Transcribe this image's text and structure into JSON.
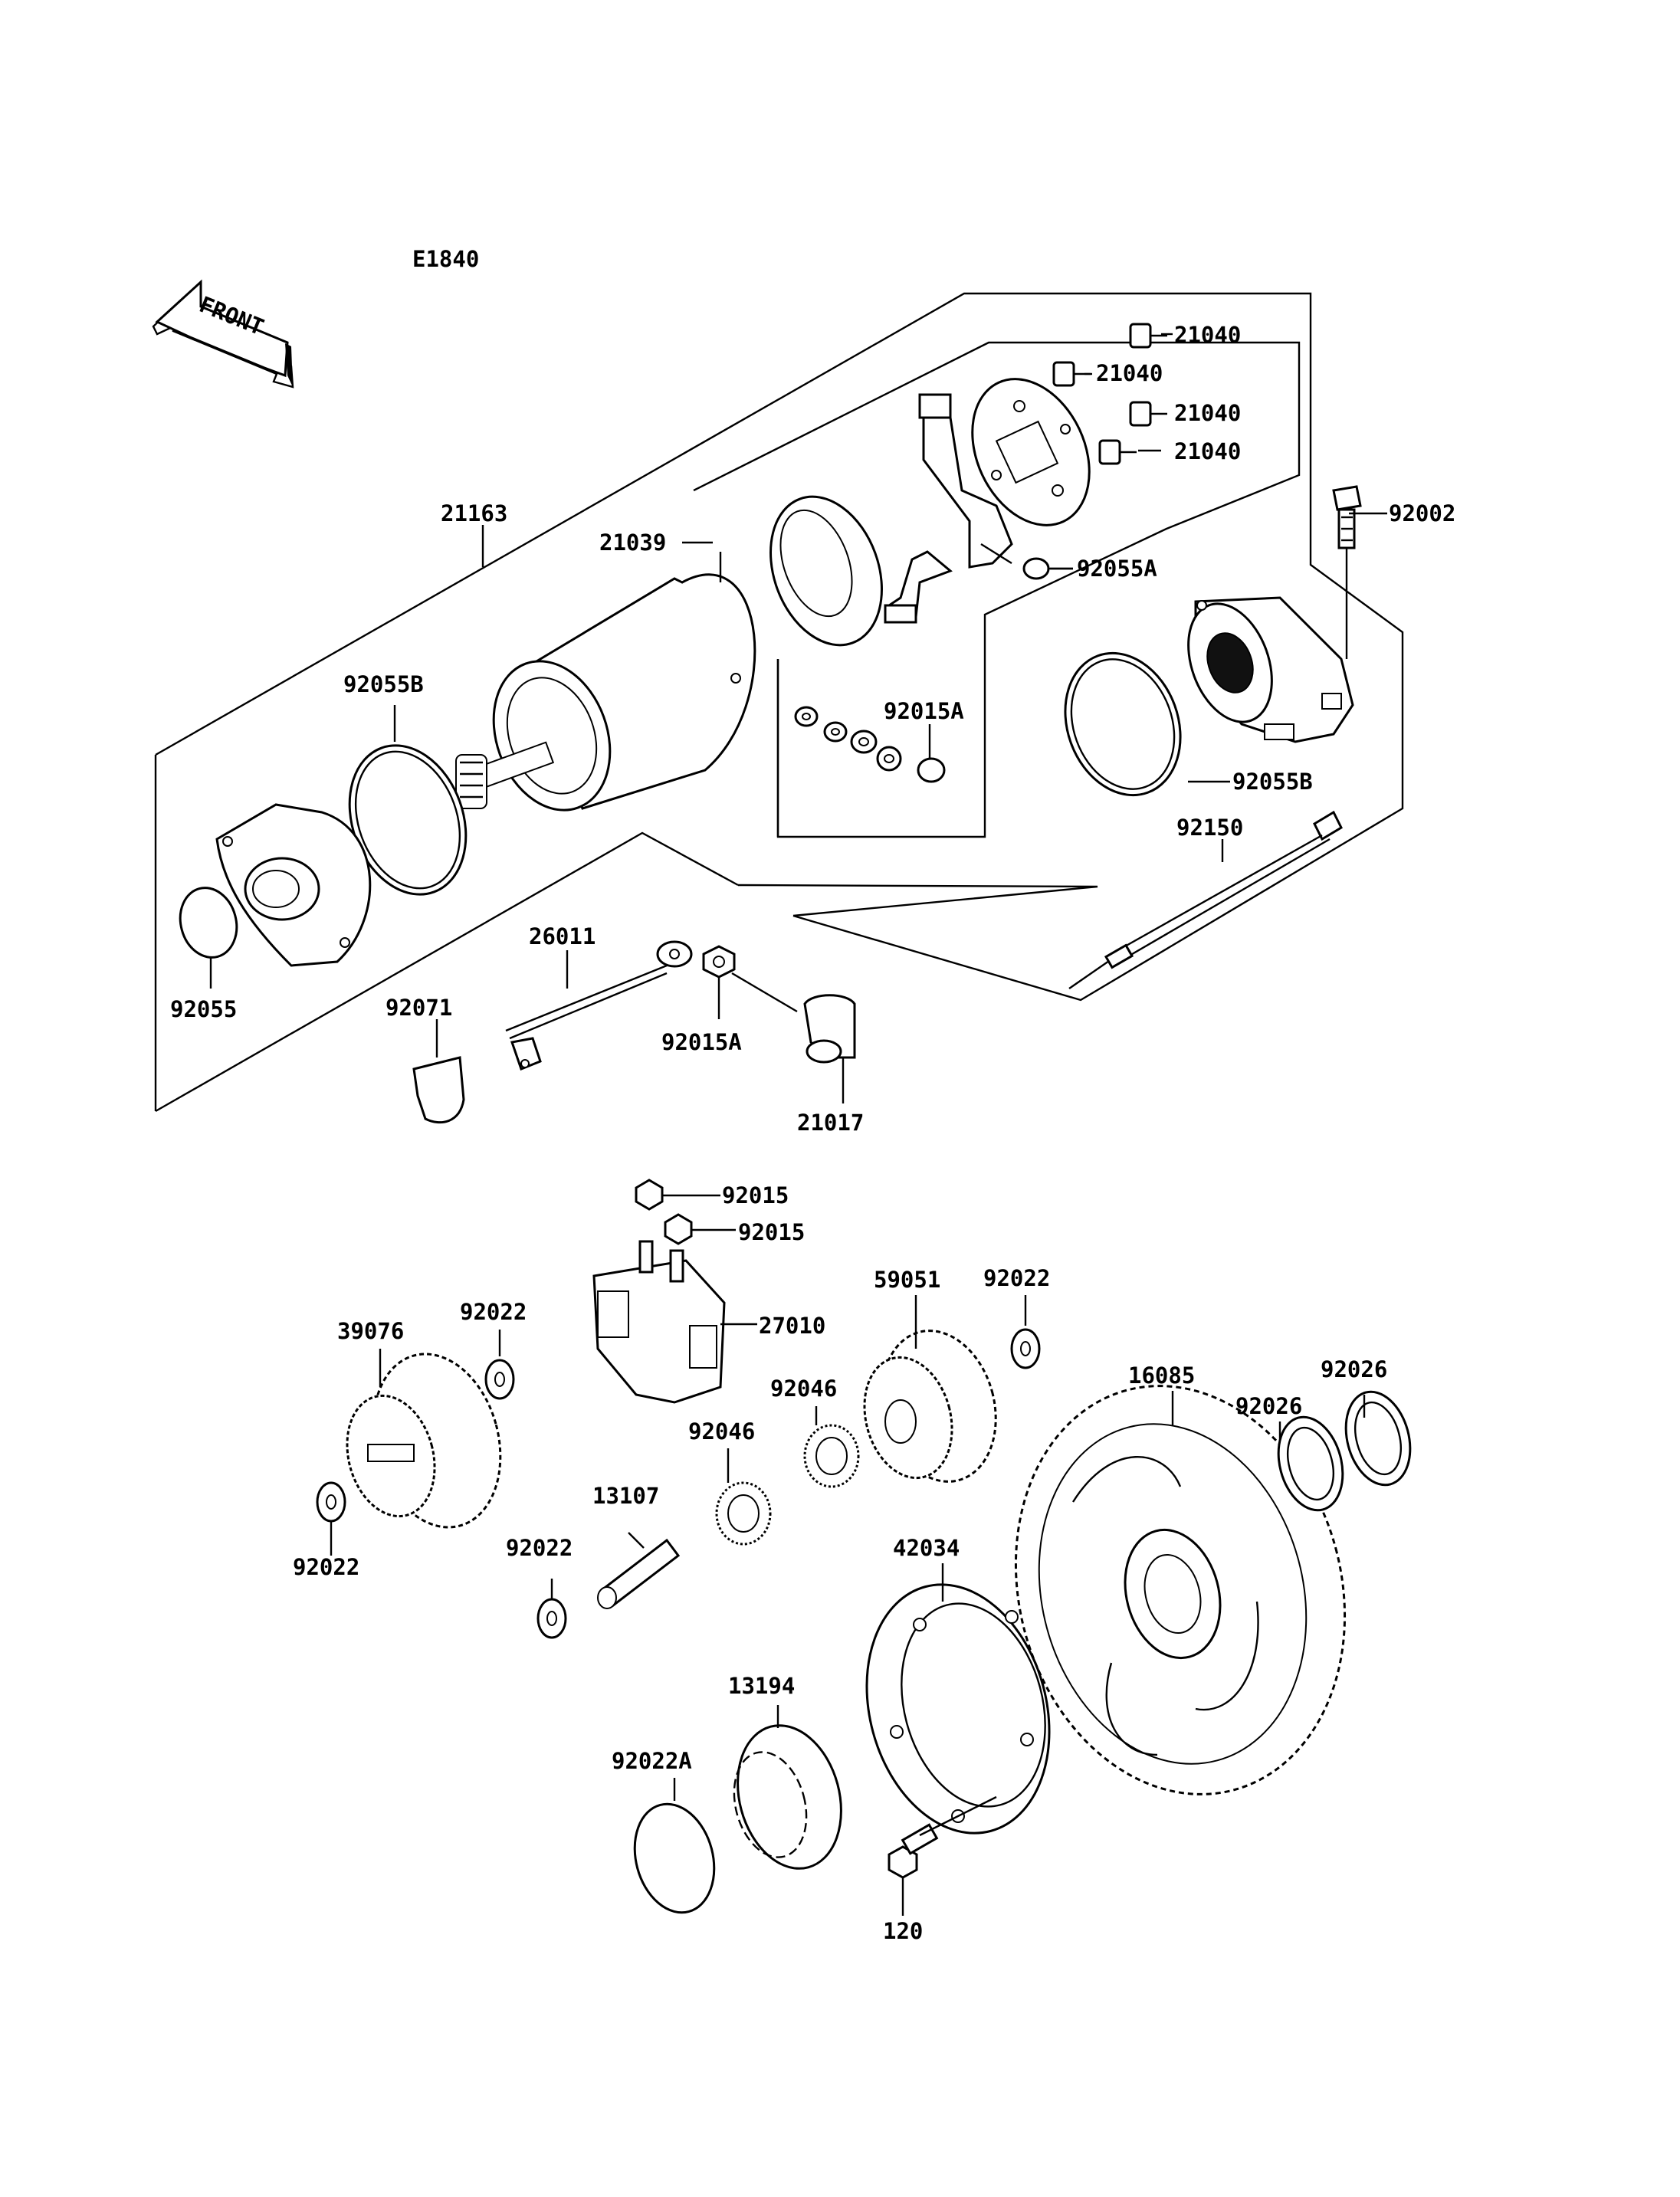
{
  "diagram_code": "E1840",
  "front_label": "FRONT",
  "labels": {
    "l21040a": "21040",
    "l21040b": "21040",
    "l21040c": "21040",
    "l21040d": "21040",
    "l92002": "92002",
    "l21163": "21163",
    "l21039": "21039",
    "l92055A": "92055A",
    "l92055B_left": "92055B",
    "l92015A_top": "92015A",
    "l92055B_right": "92055B",
    "l92150": "92150",
    "l92055": "92055",
    "l26011": "26011",
    "l92071": "92071",
    "l92015A_bottom": "92015A",
    "l21017": "21017",
    "l92015a": "92015",
    "l92015b": "92015",
    "l27010": "27010",
    "l39076": "39076",
    "l92022_a": "92022",
    "l92022_b": "92022",
    "l59051": "59051",
    "l92022_c": "92022",
    "l16085": "16085",
    "l92026_a": "92026",
    "l92026_b": "92026",
    "l92046_a": "92046",
    "l92046_b": "92046",
    "l13107": "13107",
    "l92022_d": "92022",
    "l42034": "42034",
    "l13194": "13194",
    "l92022A": "92022A",
    "l120": "120"
  }
}
